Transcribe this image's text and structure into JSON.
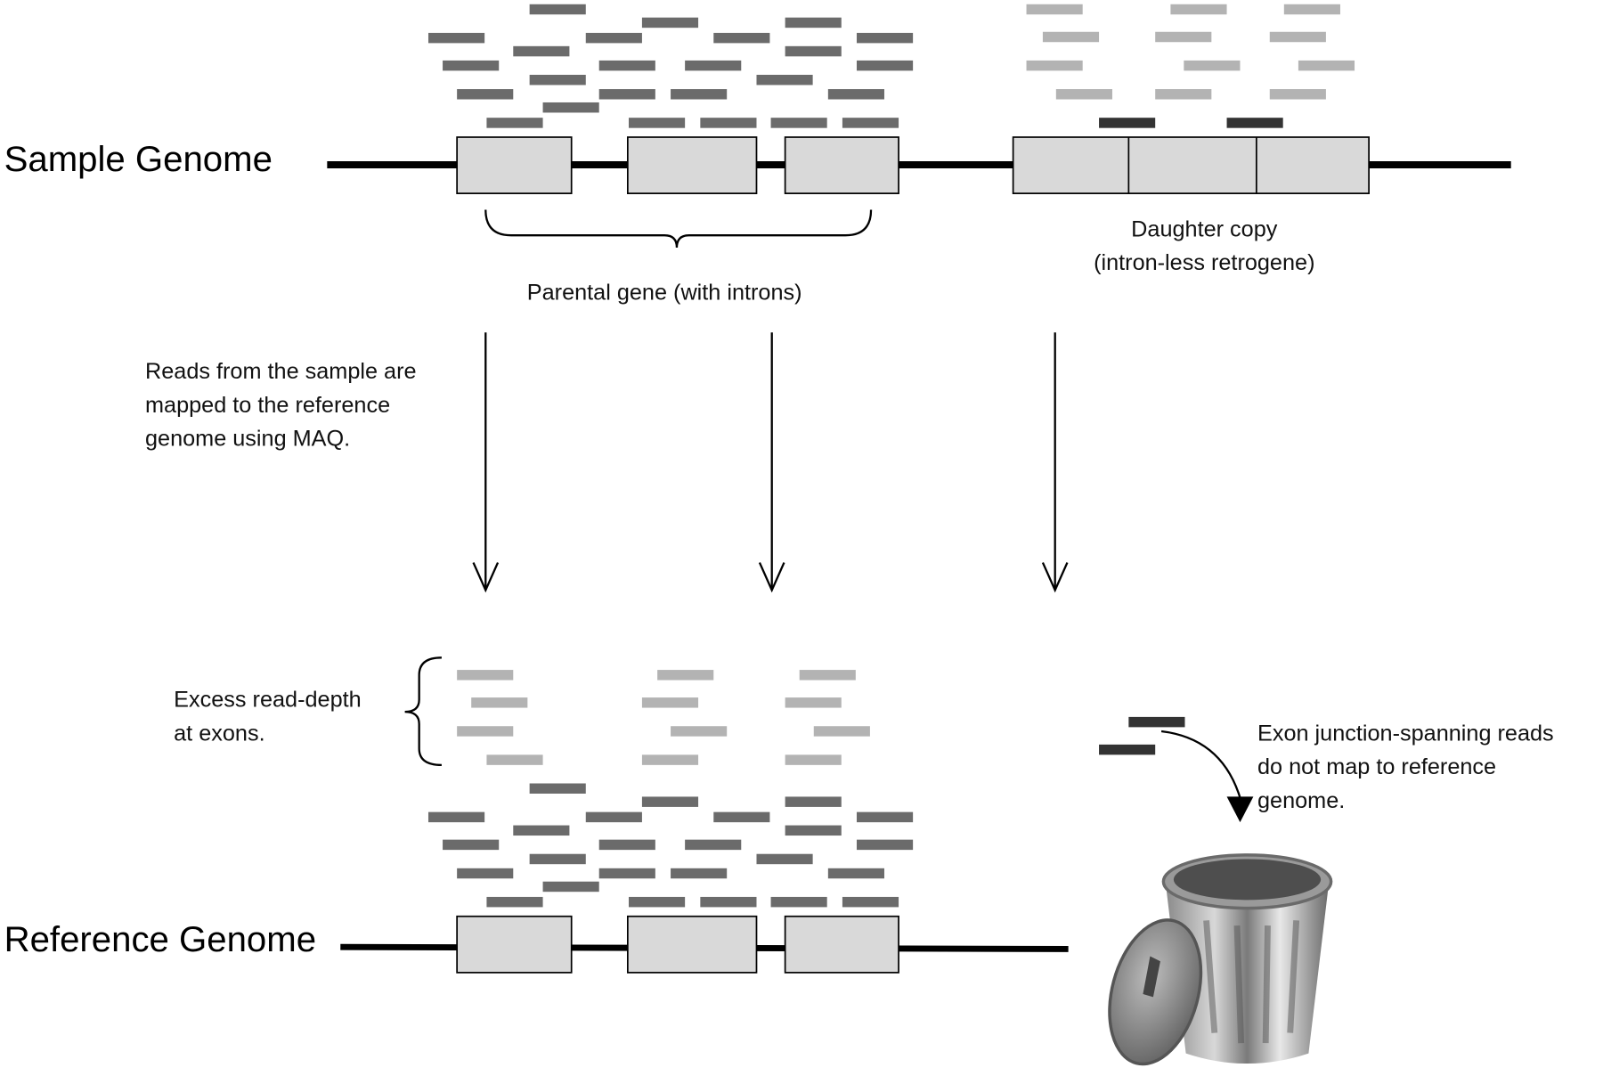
{
  "labels": {
    "sample_genome": "Sample Genome",
    "reference_genome": "Reference Genome",
    "parental_gene": "Parental gene (with introns)",
    "daughter_copy_line1": "Daughter copy",
    "daughter_copy_line2": "(intron-less retrogene)",
    "mapping_note": [
      "Reads from the sample are",
      "mapped to the reference",
      "genome using MAQ."
    ],
    "excess_note": [
      "Excess read-depth",
      "at exons."
    ],
    "junction_note": [
      "Exon junction-spanning reads",
      "do not map to reference",
      "genome."
    ]
  },
  "colors": {
    "parental_read": "#6b6b6b",
    "retrogene_read": "#b3b3b3",
    "junction_read": "#333333",
    "exon_fill": "#d9d9d9",
    "genome_line": "#000000"
  },
  "icons": [
    "down-arrow-icon",
    "curved-arrow-icon",
    "trash-can-icon"
  ]
}
